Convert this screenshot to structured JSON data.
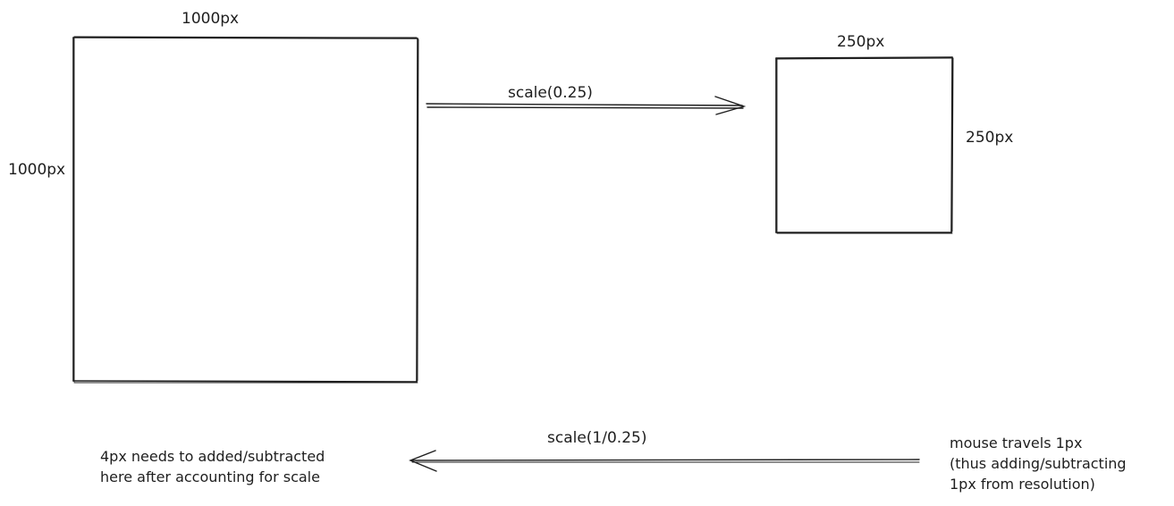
{
  "large_box": {
    "width_label": "1000px",
    "height_label": "1000px"
  },
  "small_box": {
    "width_label": "250px",
    "height_label": "250px"
  },
  "forward_arrow": {
    "label": "scale(0.25)"
  },
  "backward_arrow": {
    "label": "scale(1/0.25)"
  },
  "notes": {
    "right": [
      "mouse travels 1px",
      "(thus adding/subtracting",
      "1px from resolution)"
    ],
    "left": [
      "4px needs to added/subtracted",
      "here after accounting for scale"
    ]
  },
  "colors": {
    "stroke": "#1e1e1e",
    "background": "#ffffff"
  }
}
